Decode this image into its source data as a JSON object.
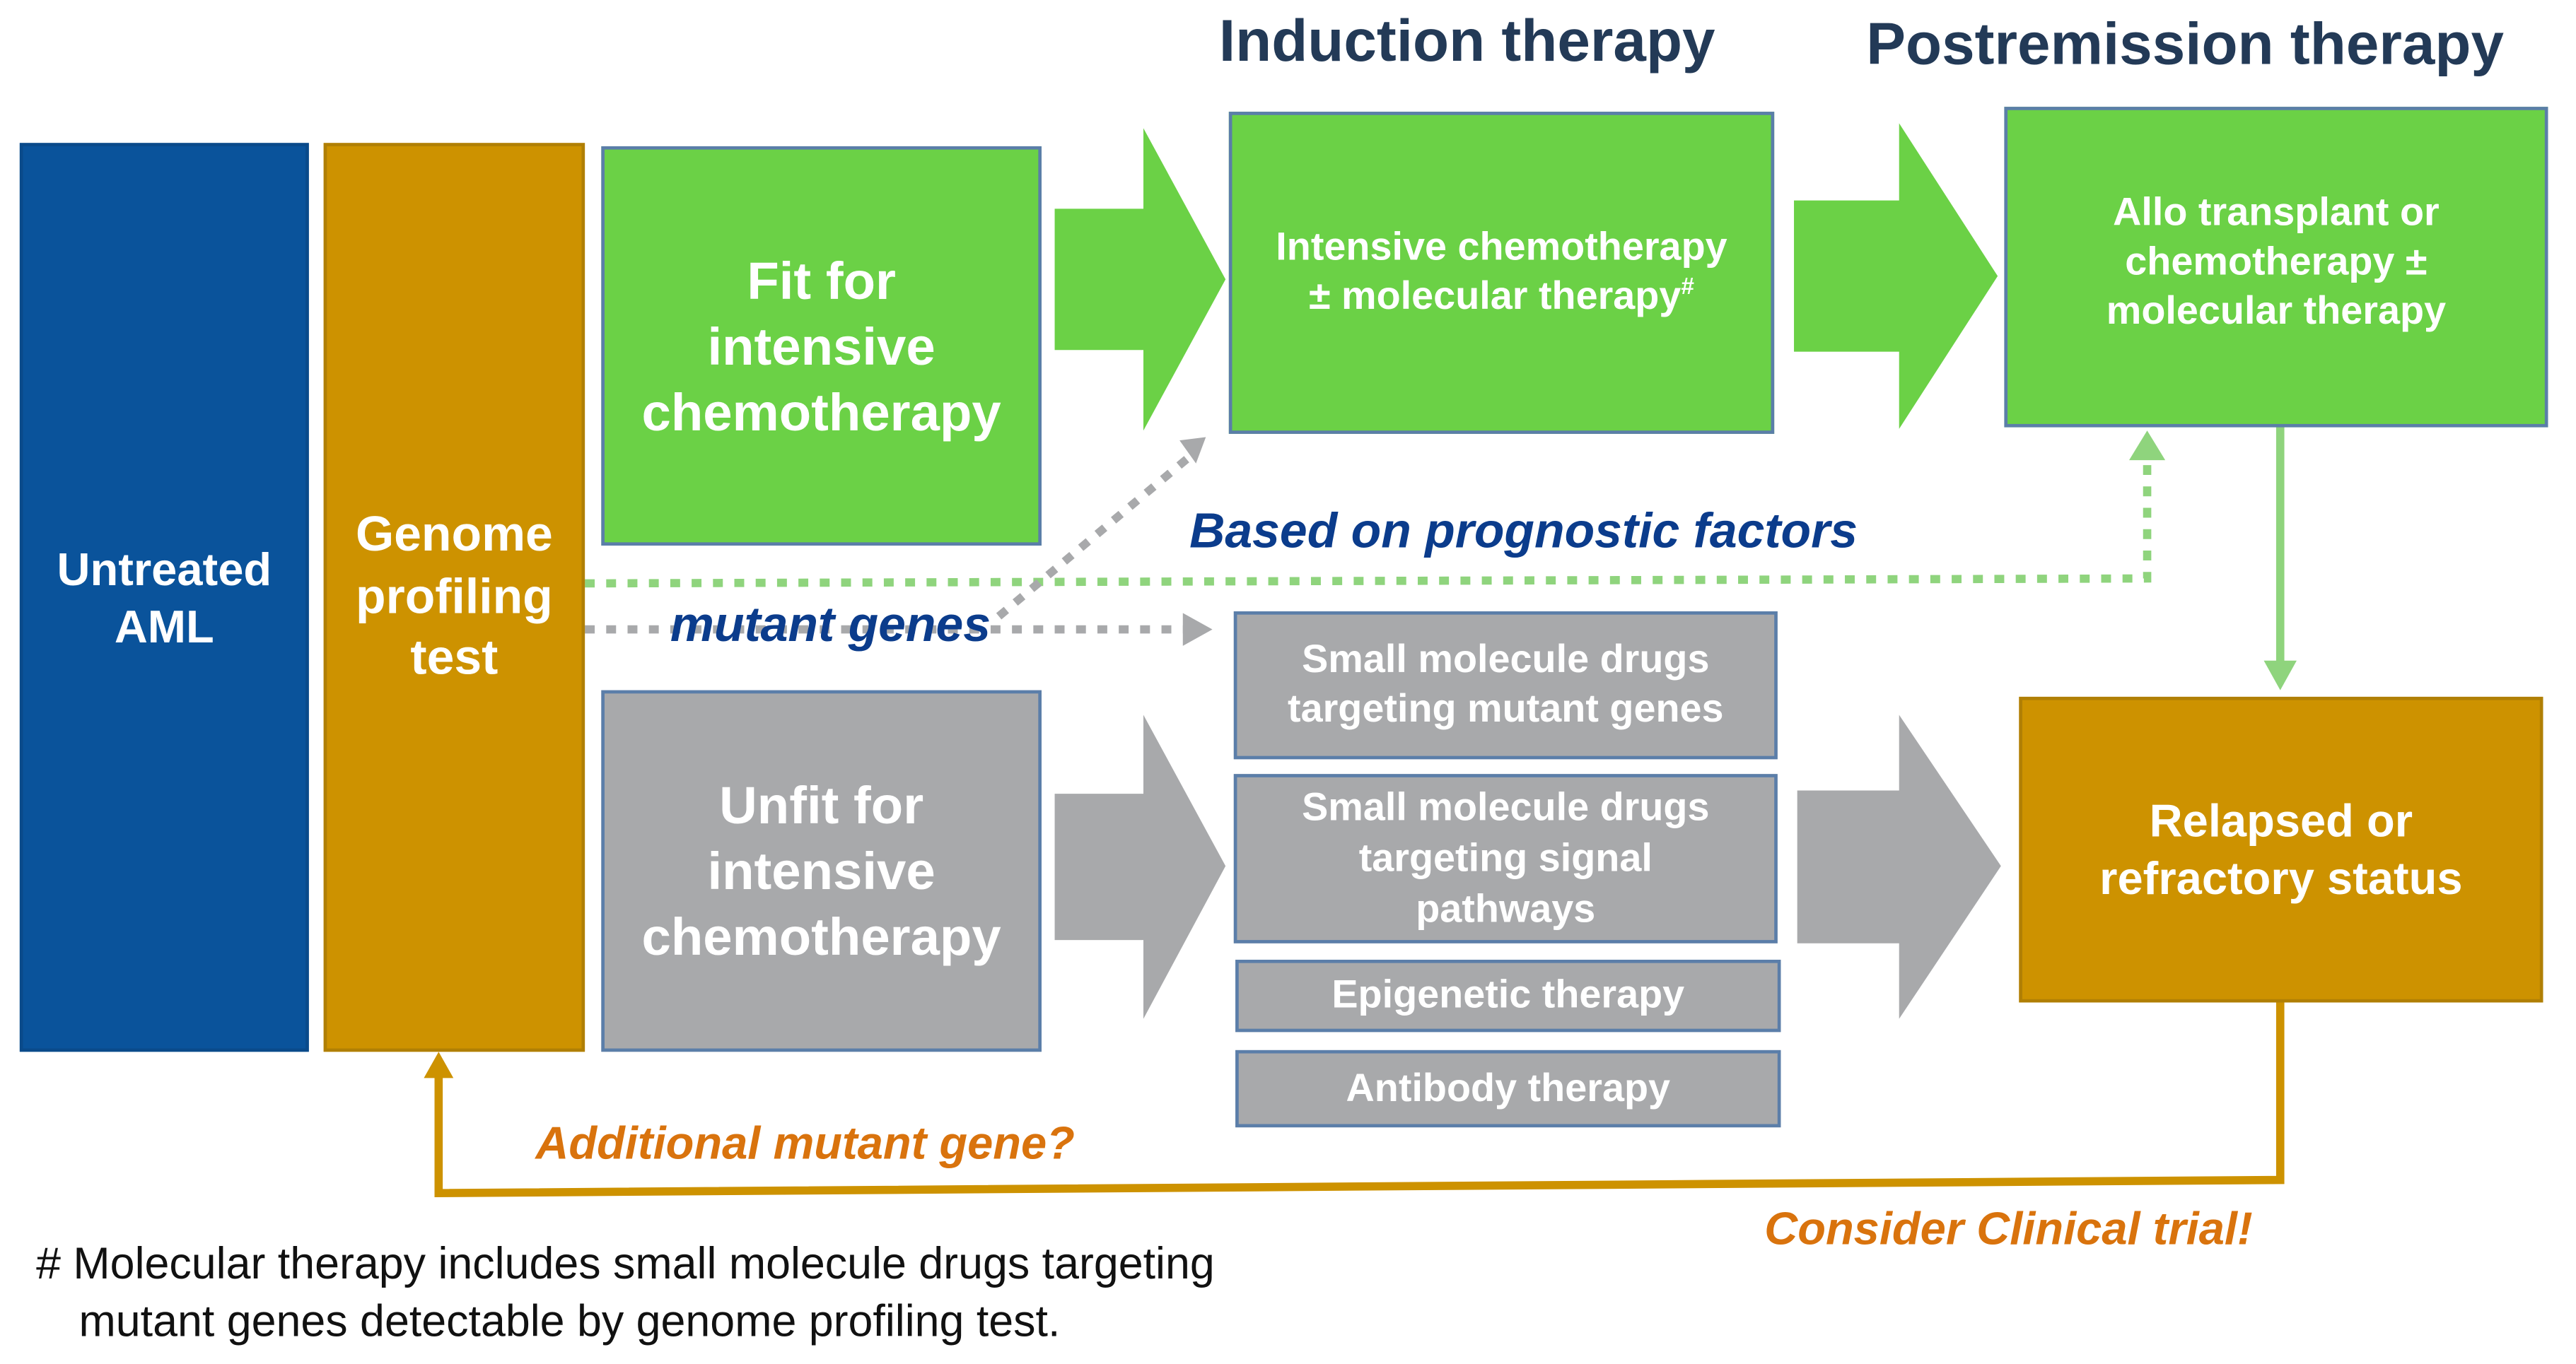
{
  "headings": {
    "induction": "Induction therapy",
    "postremission": "Postremission therapy"
  },
  "boxes": {
    "untreated": [
      "Untreated",
      "AML"
    ],
    "genome": [
      "Genome",
      "profiling",
      "test"
    ],
    "fit": [
      "Fit for",
      "intensive",
      "chemotherapy"
    ],
    "unfit": [
      "Unfit for",
      "intensive",
      "chemotherapy"
    ],
    "intensive": [
      "Intensive chemotherapy",
      "± molecular therapy"
    ],
    "intensive_mark": "#",
    "allo": [
      "Allo transplant or",
      "chemotherapy ±",
      "molecular therapy"
    ],
    "small_mutant": [
      "Small molecule drugs",
      "targeting mutant genes"
    ],
    "small_signal": [
      "Small molecule drugs",
      "targeting signal",
      "pathways"
    ],
    "epigenetic": "Epigenetic therapy",
    "antibody": "Antibody therapy",
    "relapsed": [
      "Relapsed or",
      "refractory status"
    ]
  },
  "labels": {
    "prognostic": "Based on prognostic factors",
    "mutant": "mutant genes",
    "additional": "Additional mutant gene?",
    "clinical": "Consider Clinical trial!"
  },
  "footnote": [
    "# Molecular therapy includes small molecule drugs targeting",
    "mutant genes detectable by genome profiling test."
  ],
  "colors": {
    "blue": "#0a539b",
    "gold": "#cd9200",
    "green": "#6bd146",
    "gray": "#a8a9ab",
    "heading": "#233a57",
    "label_blue": "#0b3c8c",
    "label_orange": "#d9730d",
    "green_dotted": "#8fd47d",
    "gray_dotted": "#a8a9ab"
  }
}
